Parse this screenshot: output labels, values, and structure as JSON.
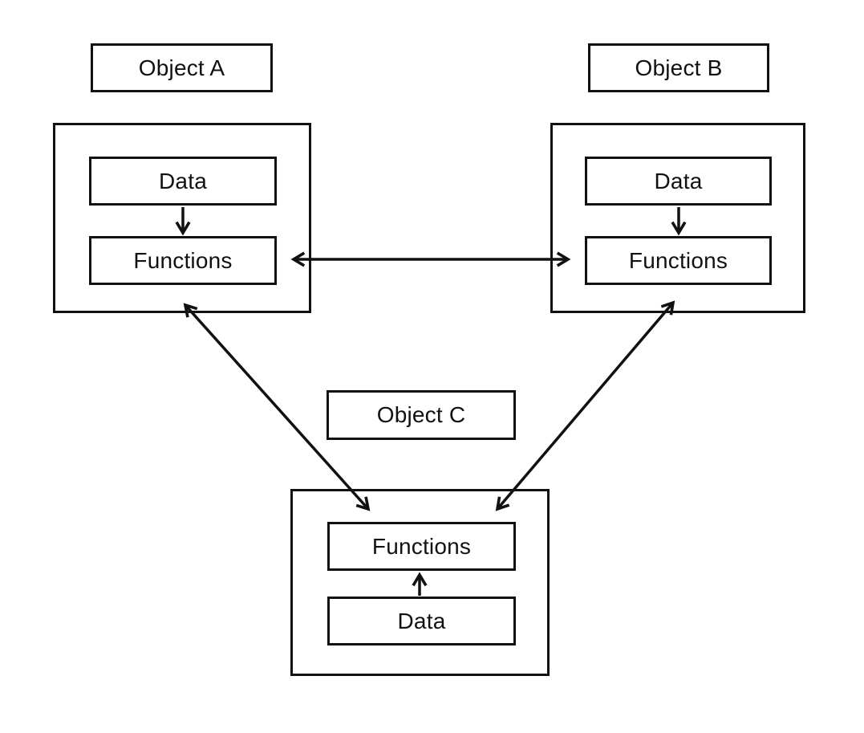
{
  "colors": {
    "background": "#ffffff",
    "line": "#111111",
    "text": "#111111"
  },
  "objects": {
    "a": {
      "title": "Object A",
      "data_label": "Data",
      "functions_label": "Functions"
    },
    "b": {
      "title": "Object B",
      "data_label": "Data",
      "functions_label": "Functions"
    },
    "c": {
      "title": "Object C",
      "functions_label": "Functions",
      "data_label": "Data"
    }
  },
  "relationships": [
    {
      "from": "Object A / Data",
      "to": "Object A / Functions",
      "arrow": "one-way"
    },
    {
      "from": "Object B / Data",
      "to": "Object B / Functions",
      "arrow": "one-way"
    },
    {
      "from": "Object C / Data",
      "to": "Object C / Functions",
      "arrow": "one-way"
    },
    {
      "from": "Object A / Functions",
      "to": "Object B / Functions",
      "arrow": "two-way"
    },
    {
      "from": "Object A / Functions",
      "to": "Object C / Functions",
      "arrow": "two-way"
    },
    {
      "from": "Object B / Functions",
      "to": "Object C / Functions",
      "arrow": "two-way"
    }
  ]
}
